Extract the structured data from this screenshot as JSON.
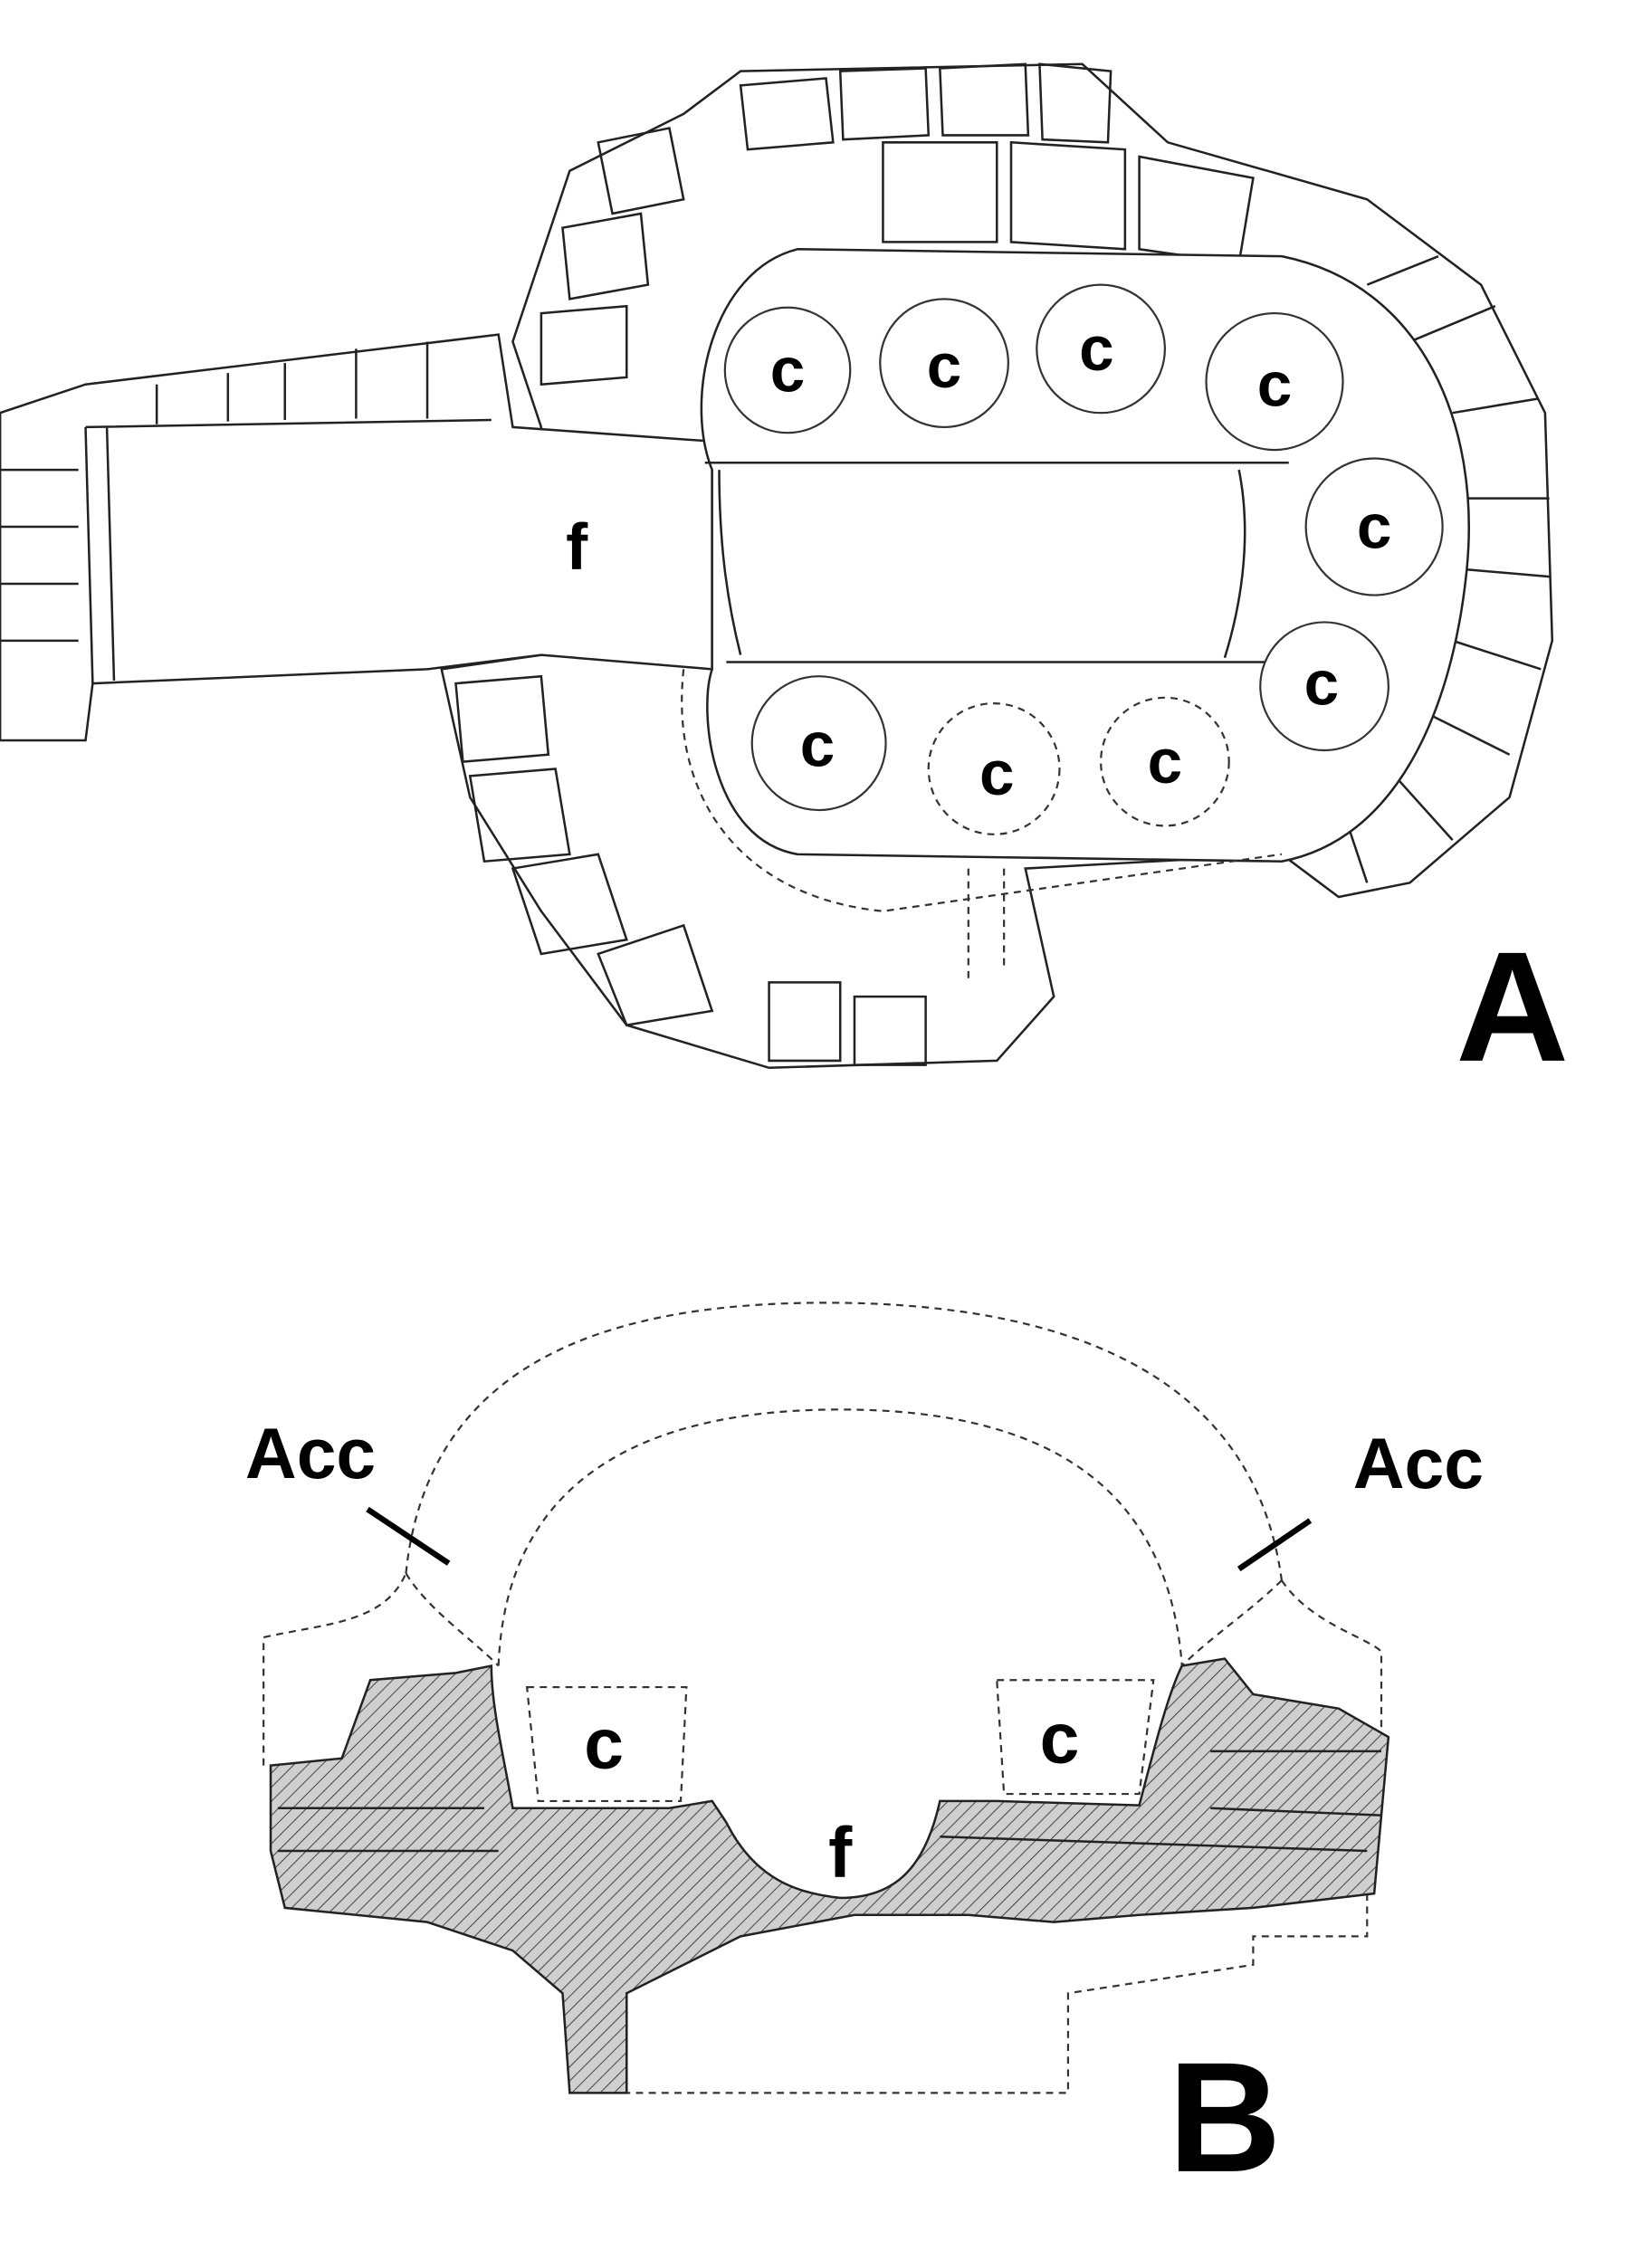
{
  "figure": {
    "panel_a": {
      "label": "A",
      "cell_labels": [
        "c",
        "c",
        "c",
        "c",
        "c",
        "c",
        "c",
        "c",
        "c"
      ],
      "firebox_label": "f"
    },
    "panel_b": {
      "label": "B",
      "access_labels": [
        "Acc",
        "Acc"
      ],
      "cell_labels": [
        "c",
        "c"
      ],
      "firebox_label": "f"
    }
  }
}
